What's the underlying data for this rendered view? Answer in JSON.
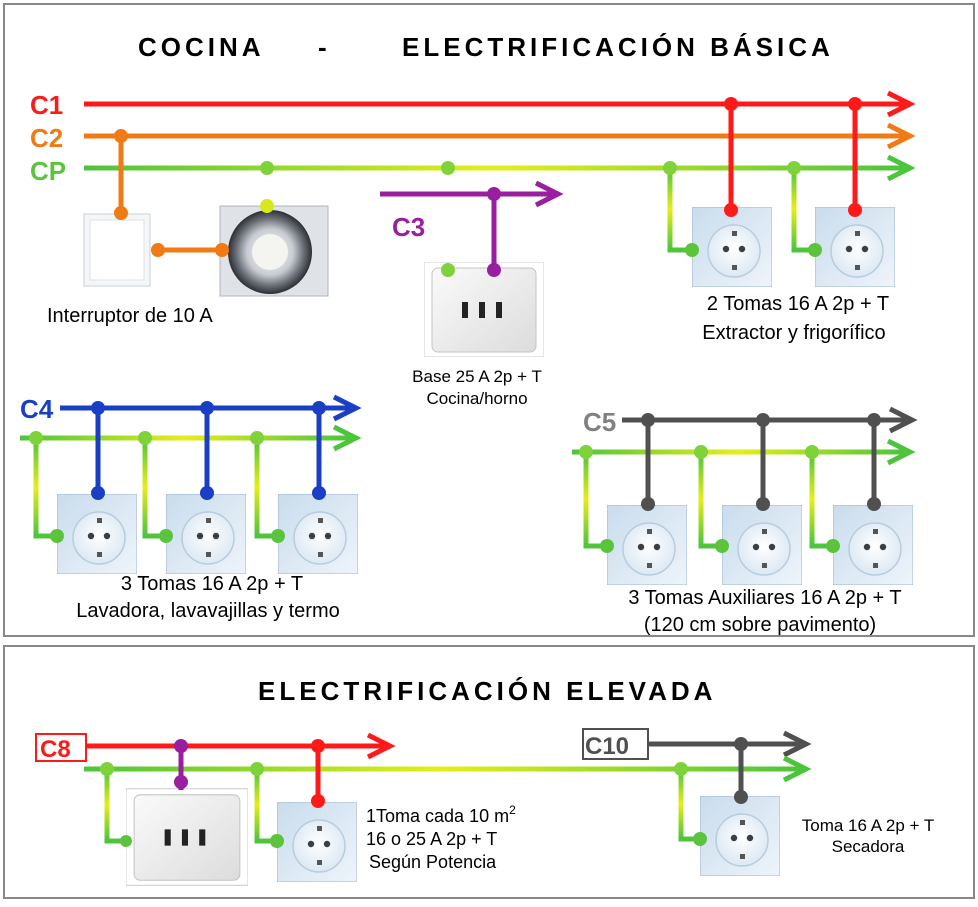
{
  "basic": {
    "title_left": "COCINA",
    "title_sep": "-",
    "title_right": "ELECTRIFICACIÓN BÁSICA",
    "circuits": {
      "c1": {
        "label": "C1",
        "color": "#ff1a1a"
      },
      "c2": {
        "label": "C2",
        "color": "#f07a14"
      },
      "cp": {
        "label": "CP",
        "color": "#5cc43c"
      },
      "c3": {
        "label": "C3",
        "color": "#9a1ea0"
      },
      "c4": {
        "label": "C4",
        "color": "#1a3fc4"
      },
      "c5": {
        "label": "C5",
        "color": "#808080"
      }
    },
    "interruptor_label": "Interruptor de 10 A",
    "base25_line1": "Base 25 A 2p + T",
    "base25_line2": "Cocina/horno",
    "tomas2_line1": "2 Tomas 16 A 2p + T",
    "tomas2_line2": "Extractor y frigorífico",
    "tomas3_line1": "3 Tomas  16 A 2p + T",
    "tomas3_line2": "Lavadora, lavavajillas y termo",
    "aux_line1": "3 Tomas  Auxiliares 16 A 2p + T",
    "aux_line2": "(120 cm sobre pavimento)"
  },
  "elevated": {
    "title": "ELECTRIFICACIÓN ELEVADA",
    "c8": {
      "label": "C8",
      "color": "#ff1a1a"
    },
    "c10": {
      "label": "C10",
      "color": "#505050"
    },
    "toma10_line1": "1Toma cada 10 m",
    "toma10_sup": "2",
    "toma10_line2": "16 o 25 A 2p + T",
    "toma10_line3": "Según Potencia",
    "secadora_line1": "Toma 16 A 2p + T",
    "secadora_line2": "Secadora"
  }
}
